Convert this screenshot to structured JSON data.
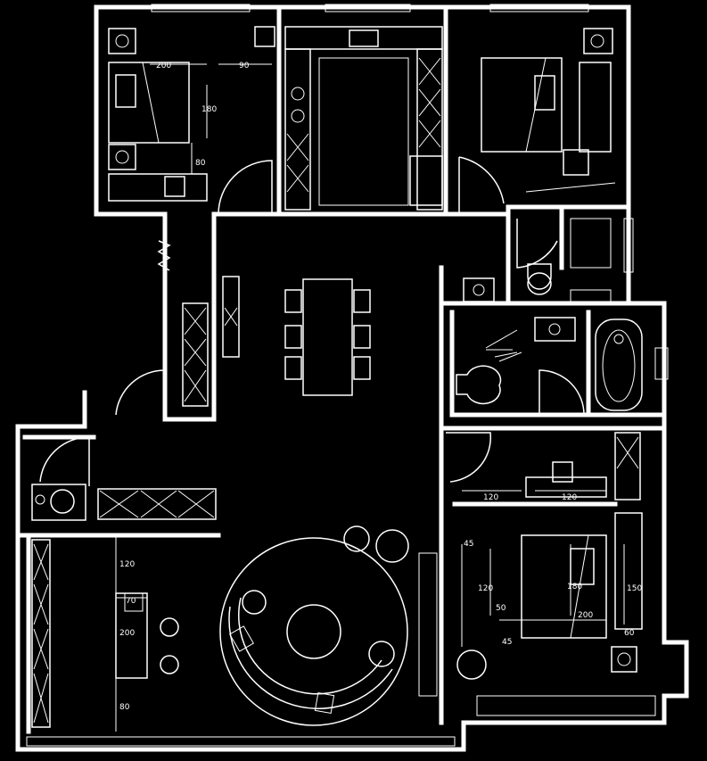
{
  "floor_plan": {
    "labels": {
      "bedroom_nw_length": "200",
      "bedroom_nw_gap": "90",
      "bedroom_nw_depth": "180",
      "bedroom_nw_desk": "80",
      "bedroom_se_left": "120",
      "bedroom_se_right": "120",
      "bedroom_se_a": "45",
      "bedroom_se_b": "120",
      "bedroom_se_c": "50",
      "bedroom_se_d": "45",
      "bedroom_se_bed_len": "180",
      "bedroom_se_width": "200",
      "bedroom_se_e": "150",
      "bedroom_se_f": "60",
      "living_top": "120",
      "living_table": "70",
      "living_mid": "200",
      "living_bottom": "80"
    }
  }
}
